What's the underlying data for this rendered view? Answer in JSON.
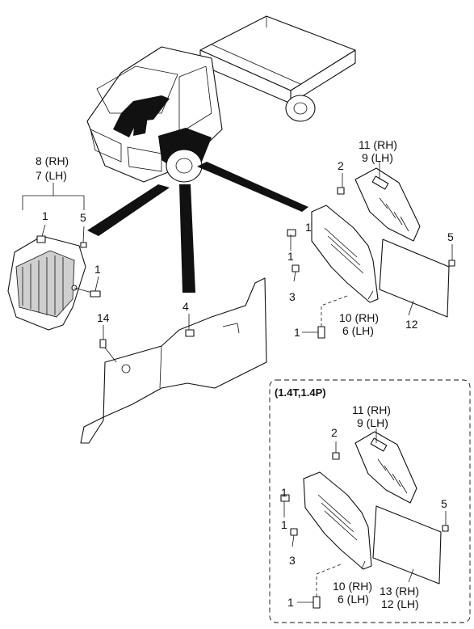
{
  "callouts": {
    "p8_rh": "8 (RH)",
    "p7_lh": "7 (LH)",
    "p1_guard_top": "1",
    "p5_guard": "5",
    "p1_guard_mid": "1",
    "p14": "14",
    "p4": "4",
    "p11_rh": "11 (RH)",
    "p9_lh": "9 (LH)",
    "p2": "2",
    "p1_flap_top": "1",
    "p1_flap_mid": "1",
    "p3": "3",
    "p10_rh": "10 (RH)",
    "p6_lh": "6 (LH)",
    "p12": "12",
    "p1_flap_bot": "1",
    "p5_flap": "5"
  },
  "variant_box": {
    "title": "(1.4T,1.4P)",
    "p11_rh": "11 (RH)",
    "p9_lh": "9 (LH)",
    "p2": "2",
    "p1_top": "1",
    "p1_mid": "1",
    "p3": "3",
    "p5": "5",
    "p10_rh": "10 (RH)",
    "p6_lh": "6 (LH)",
    "p13_rh": "13 (RH)",
    "p12_lh": "12 (LH)",
    "p1_bot": "1"
  }
}
